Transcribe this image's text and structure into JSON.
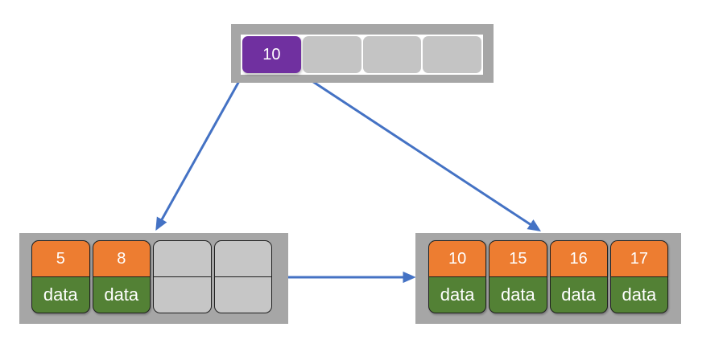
{
  "tree": {
    "root": {
      "cells": [
        {
          "label": "10"
        },
        {
          "label": ""
        },
        {
          "label": ""
        },
        {
          "label": ""
        }
      ]
    },
    "left_leaf": {
      "slots": [
        {
          "key": "5",
          "value": "data"
        },
        {
          "key": "8",
          "value": "data"
        },
        {
          "key": "",
          "value": ""
        },
        {
          "key": "",
          "value": ""
        }
      ]
    },
    "right_leaf": {
      "slots": [
        {
          "key": "10",
          "value": "data"
        },
        {
          "key": "15",
          "value": "data"
        },
        {
          "key": "16",
          "value": "data"
        },
        {
          "key": "17",
          "value": "data"
        }
      ]
    },
    "colors": {
      "root_key_fill": "#7030A0",
      "leaf_key_fill": "#ED7D31",
      "leaf_data_fill": "#538135",
      "empty_cell_fill": "#C6C6C6",
      "node_frame_fill": "#A6A6A6",
      "arrow_color": "#4472C4",
      "cell_text_color": "#FFFFFF"
    }
  }
}
